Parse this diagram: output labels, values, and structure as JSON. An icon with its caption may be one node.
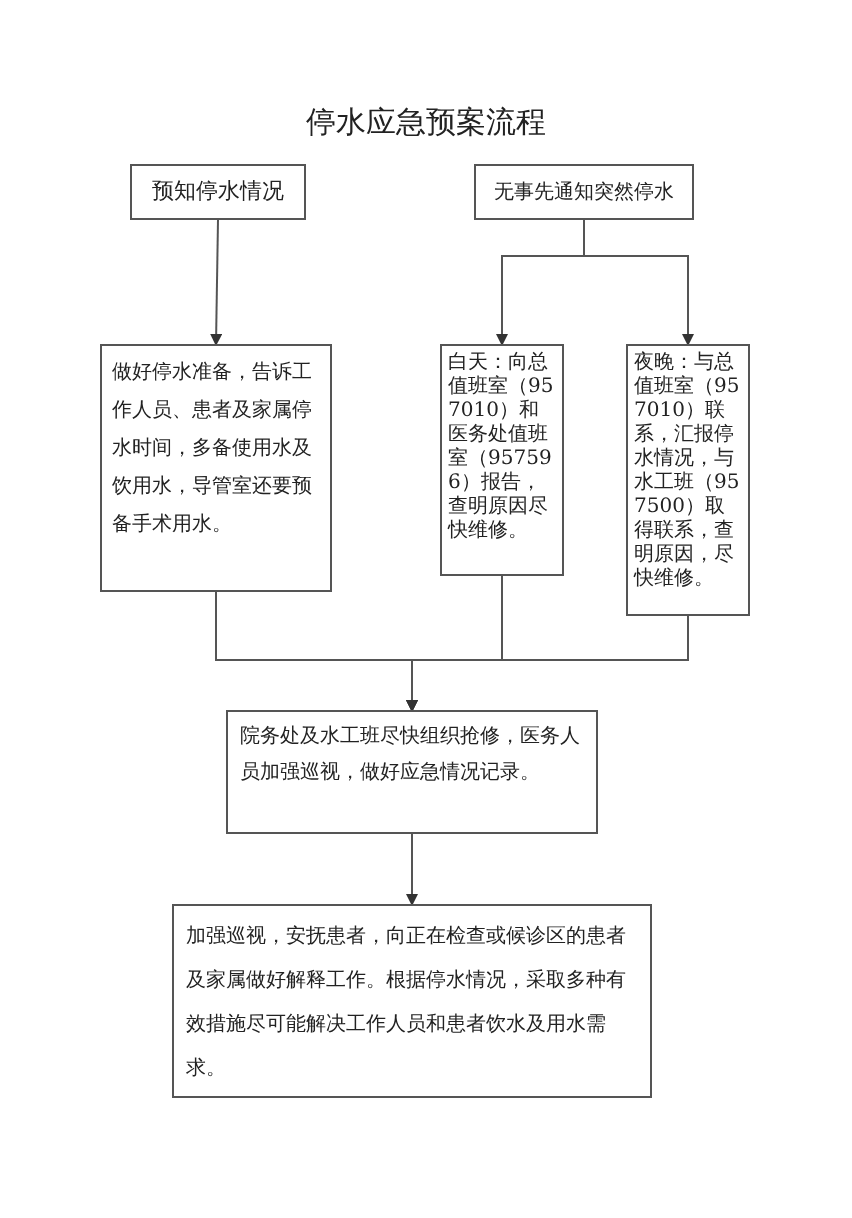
{
  "diagram": {
    "title": "停水应急预案流程",
    "nodes": [
      {
        "text": [
          "预知停水情况"
        ]
      },
      {
        "text": [
          "无事先通知突然停水"
        ]
      },
      {
        "text": [
          "做好停水准备，告诉工作人员、患者及家属停水时间，多备使用水及饮用水，导管室还要预备手术用水。"
        ]
      },
      {
        "text": [
          "白天：向总值班室（957010）和医务处值班室（957596）报告，查明原因尽快维修。"
        ]
      },
      {
        "text": [
          "夜晚：与总值班室（957010）联系，汇报停水情况，与水工班（957500）取得联系，查明原因，尽快维修。"
        ]
      },
      {
        "text": [
          "院务处及水工班尽快组织抢修，医务人员加强巡视，做好应急情况记录。"
        ]
      },
      {
        "text": [
          "加强巡视，安抚患者，向正在检查或候诊区的患者及家属做好解释工作。根据停水情况，采取多种有效措施尽可能解决工作人员和患者饮水及用水需求。"
        ]
      }
    ],
    "edges": [
      {
        "from": 0,
        "to": 2,
        "arrow": "to"
      },
      {
        "from": 1,
        "to": 3,
        "arrow": "to"
      },
      {
        "from": 1,
        "to": 4,
        "arrow": "to"
      },
      {
        "from": 2,
        "to": 5,
        "arrow": "to"
      },
      {
        "from": 3,
        "to": 5,
        "arrow": "to"
      },
      {
        "from": 4,
        "to": 5,
        "arrow": "to"
      },
      {
        "from": 5,
        "to": 6,
        "arrow": "to"
      }
    ]
  }
}
